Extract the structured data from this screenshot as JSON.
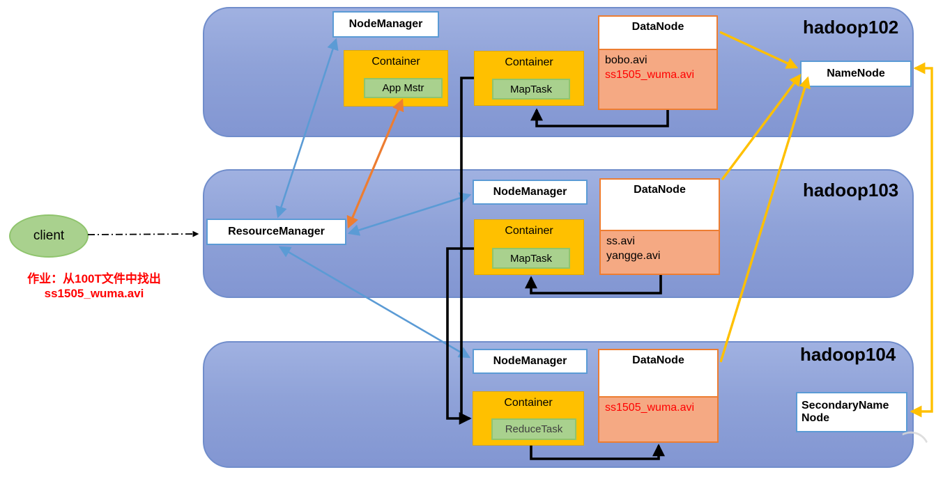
{
  "client": {
    "label": "client"
  },
  "job_note": {
    "line1": "作业：从100T文件中找出",
    "line2": "ss1505_wuma.avi"
  },
  "hadoop102": {
    "title": "hadoop102",
    "node_manager": "NodeManager",
    "container_appmstr": {
      "label": "Container",
      "task": "App Mstr"
    },
    "container_maptask": {
      "label": "Container",
      "task": "MapTask"
    },
    "datanode": {
      "title": "DataNode",
      "files": [
        "bobo.avi",
        "ss1505_wuma.avi"
      ]
    },
    "namenode": "NameNode"
  },
  "hadoop103": {
    "title": "hadoop103",
    "resource_manager": "ResourceManager",
    "node_manager": "NodeManager",
    "container_maptask": {
      "label": "Container",
      "task": "MapTask"
    },
    "datanode": {
      "title": "DataNode",
      "files": [
        "ss.avi",
        "yangge.avi"
      ]
    }
  },
  "hadoop104": {
    "title": "hadoop104",
    "node_manager": "NodeManager",
    "container_reducetask": {
      "label": "Container",
      "task": "ReduceTask"
    },
    "datanode": {
      "title": "DataNode",
      "files": [
        "ss1505_wuma.avi"
      ]
    },
    "secondary_namenode": "SecondaryNameNode"
  },
  "colors": {
    "panel_fill": "#8FA2D8",
    "panel_border": "#708DCB",
    "box_border_blue": "#5B9BD5",
    "container_fill": "#FFC000",
    "task_fill": "#A9D18E",
    "datanode_border": "#ED7D31",
    "datanode_files_fill": "#F5A983",
    "arrow_blue": "#5B9BD5",
    "arrow_orange": "#ED7D31",
    "arrow_yellow": "#FFC000",
    "arrow_black": "#000000",
    "highlight_red": "#FF0000"
  }
}
